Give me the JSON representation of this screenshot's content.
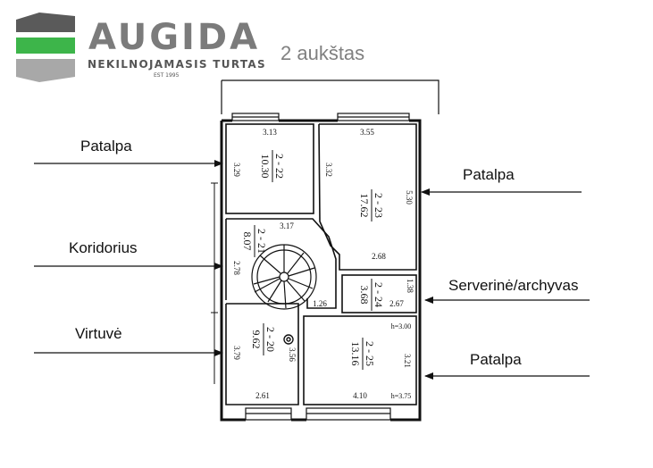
{
  "logo": {
    "name": "AUGIDA",
    "subtitle": "NEKILNOJAMASIS TURTAS",
    "est": "EST 1995",
    "colors": {
      "gray_dark": "#5a5a5a",
      "gray_light": "#a8a8a8",
      "green": "#3db54a"
    }
  },
  "floor_title": "2 aukštas",
  "labels": {
    "patalpa_top_left": "Patalpa",
    "patalpa_top_right": "Patalpa",
    "koridorius": "Koridorius",
    "serverine": "Serverinė/archyvas",
    "virtuve": "Virtuvė",
    "patalpa_bottom_right": "Patalpa"
  },
  "rooms": {
    "r22": {
      "id": "2 - 22",
      "area": "10.30"
    },
    "r23": {
      "id": "2 - 23",
      "area": "17.62"
    },
    "r21": {
      "id": "2 - 21",
      "area": "8.07"
    },
    "r24": {
      "id": "2 - 24",
      "area": "3.68"
    },
    "r20": {
      "id": "2 - 20",
      "area": "9.62"
    },
    "r25": {
      "id": "2 - 25",
      "area": "13.16"
    }
  },
  "dims": {
    "d313": "3.13",
    "d355": "3.55",
    "d329": "3.29",
    "d332": "3.32",
    "d530": "5.30",
    "d317": "3.17",
    "d278": "2.78",
    "d268": "2.68",
    "d138": "1.38",
    "d267": "2.67",
    "d126": "1.26",
    "d379": "3.79",
    "d356": "3.56",
    "d261": "2.61",
    "d410": "4.10",
    "d321": "3.21",
    "h300": "h=3.00",
    "h375": "h=3.75"
  }
}
